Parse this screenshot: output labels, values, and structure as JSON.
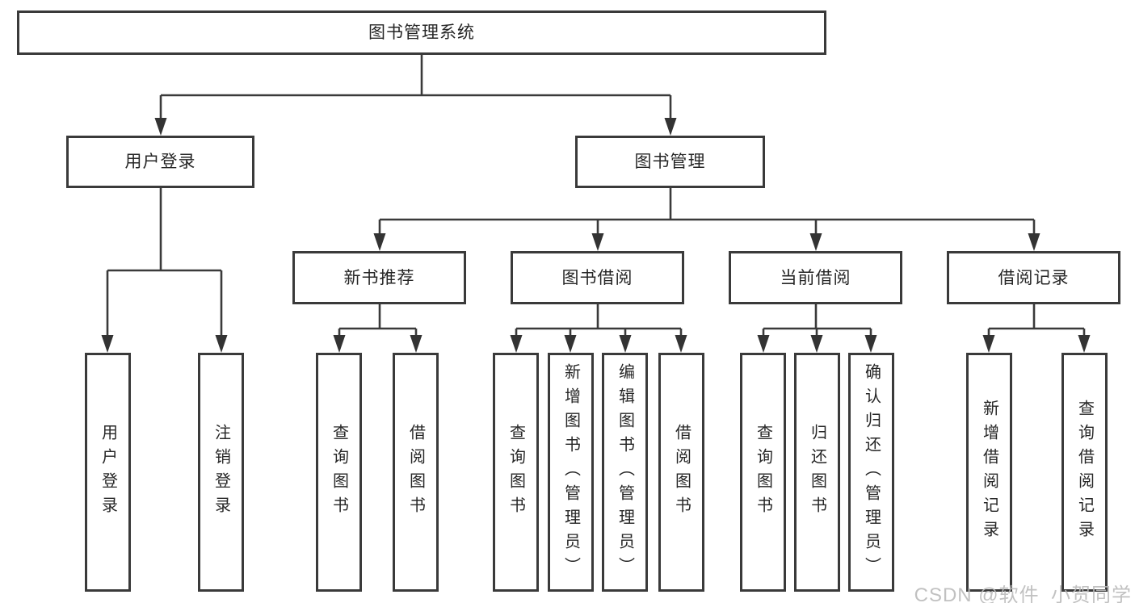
{
  "diagram": {
    "title_node": {
      "label": "图书管理系统"
    },
    "level2": [
      {
        "id": "user-login",
        "label": "用户登录"
      },
      {
        "id": "book-management",
        "label": "图书管理"
      }
    ],
    "level3": [
      {
        "id": "new-book-recommend",
        "label": "新书推荐"
      },
      {
        "id": "book-borrowing",
        "label": "图书借阅"
      },
      {
        "id": "current-borrowing",
        "label": "当前借阅"
      },
      {
        "id": "borrowing-records",
        "label": "借阅记录"
      }
    ],
    "leaves": {
      "user_login": [
        {
          "label": "用户登录"
        },
        {
          "label": "注销登录"
        }
      ],
      "new_book": [
        {
          "label": "查询图书"
        },
        {
          "label": "借阅图书"
        }
      ],
      "book_borrow": [
        {
          "label": "查询图书"
        },
        {
          "label": "新增图书（管理员）"
        },
        {
          "label": "编辑图书（管理员）"
        },
        {
          "label": "借阅图书"
        }
      ],
      "current_borrow": [
        {
          "label": "查询图书"
        },
        {
          "label": "归还图书"
        },
        {
          "label": "确认归还（管理员）"
        }
      ],
      "borrow_record": [
        {
          "label": "新增借阅记录"
        },
        {
          "label": "查询借阅记录"
        }
      ]
    },
    "colors": {
      "line": "#3a3a3a",
      "arrow": "#333333",
      "text": "#262626",
      "watermark": "#bababa",
      "background": "#ffffff"
    }
  },
  "watermark": {
    "text": "CSDN @软件_小贺同学"
  }
}
